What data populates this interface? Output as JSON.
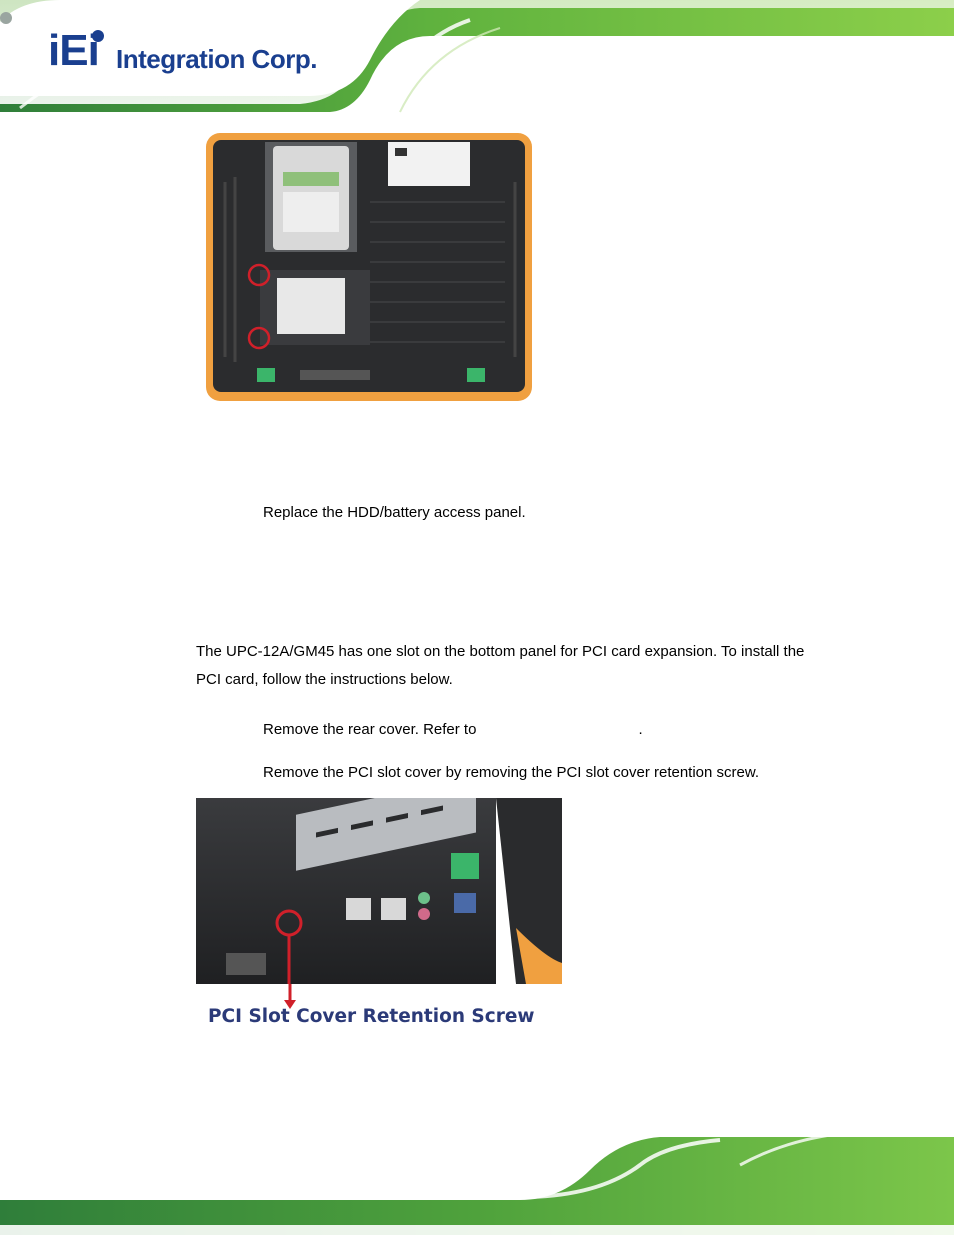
{
  "header": {
    "logo_mark": "iEi",
    "logo_text": "Integration Corp."
  },
  "figure_rear": {
    "icon": "rear-panel-photo"
  },
  "steps": {
    "replace_panel": "Replace the HDD/battery access panel.",
    "remove_rear_cover_prefix": "Remove the rear cover. Refer to",
    "remove_rear_cover_suffix": ".",
    "remove_slot_cover": "Remove the PCI slot cover by removing the PCI slot cover retention screw."
  },
  "intro": "The UPC-12A/GM45 has one slot on the bottom panel for PCI card expansion. To install the PCI card, follow the instructions below.",
  "figure_pci": {
    "icon": "pci-slot-photo",
    "caption": "PCI Slot Cover Retention Screw"
  },
  "colors": {
    "brand_blue": "#1a3f8f",
    "banner_green": "#5aa83a",
    "highlight_red": "#d0202a",
    "chassis_orange": "#f0a040"
  }
}
